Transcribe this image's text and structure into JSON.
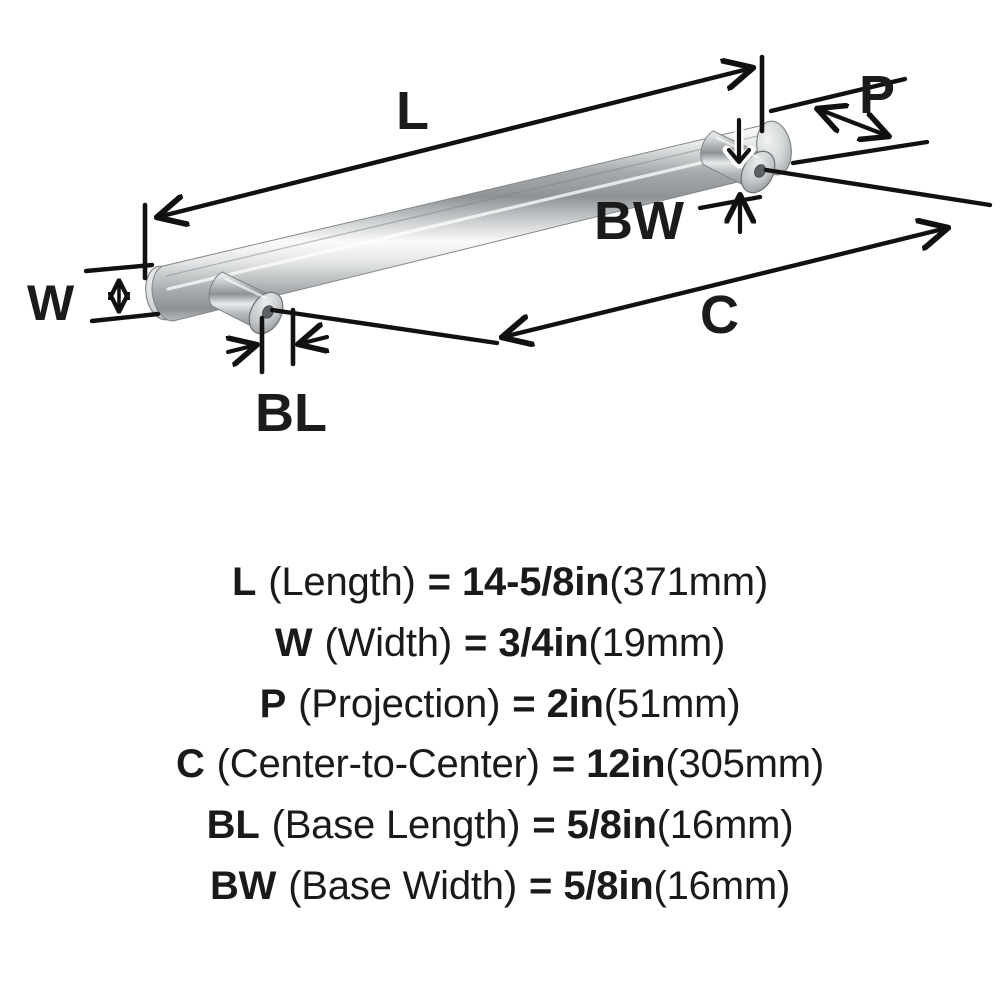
{
  "diagram": {
    "title": "Bar pull dimension diagram",
    "product_finish_color": "#c9ccce",
    "line_color": "#111111",
    "background_color": "#ffffff",
    "callouts": [
      {
        "code": "L",
        "name": "length-callout",
        "description": "Overall length dimension line spanning the full bar"
      },
      {
        "code": "W",
        "name": "width-callout",
        "description": "Bar diameter dimension at the left end"
      },
      {
        "code": "P",
        "name": "projection-callout",
        "description": "Projection dimension from mounting surface to bar"
      },
      {
        "code": "C",
        "name": "center-to-center-callout",
        "description": "Center to center dimension between the two posts"
      },
      {
        "code": "BL",
        "name": "base-length-callout",
        "description": "Base length dimension at the left post"
      },
      {
        "code": "BW",
        "name": "base-width-callout",
        "description": "Base width dimension at the right post"
      }
    ]
  },
  "specs": [
    {
      "code": "L",
      "description": "(Length)",
      "equals": "=",
      "imperial": "14-5/8in",
      "metric": "(371mm)"
    },
    {
      "code": "W",
      "description": "(Width)",
      "equals": "=",
      "imperial": "3/4in",
      "metric": "(19mm)"
    },
    {
      "code": "P",
      "description": "(Projection)",
      "equals": "=",
      "imperial": "2in",
      "metric": "(51mm)"
    },
    {
      "code": "C",
      "description": "(Center-to-Center)",
      "equals": "=",
      "imperial": "12in",
      "metric": "(305mm)"
    },
    {
      "code": "BL",
      "description": "(Base Length)",
      "equals": "=",
      "imperial": "5/8in",
      "metric": "(16mm)"
    },
    {
      "code": "BW",
      "description": "(Base Width)",
      "equals": "=",
      "imperial": "5/8in",
      "metric": "(16mm)"
    }
  ]
}
